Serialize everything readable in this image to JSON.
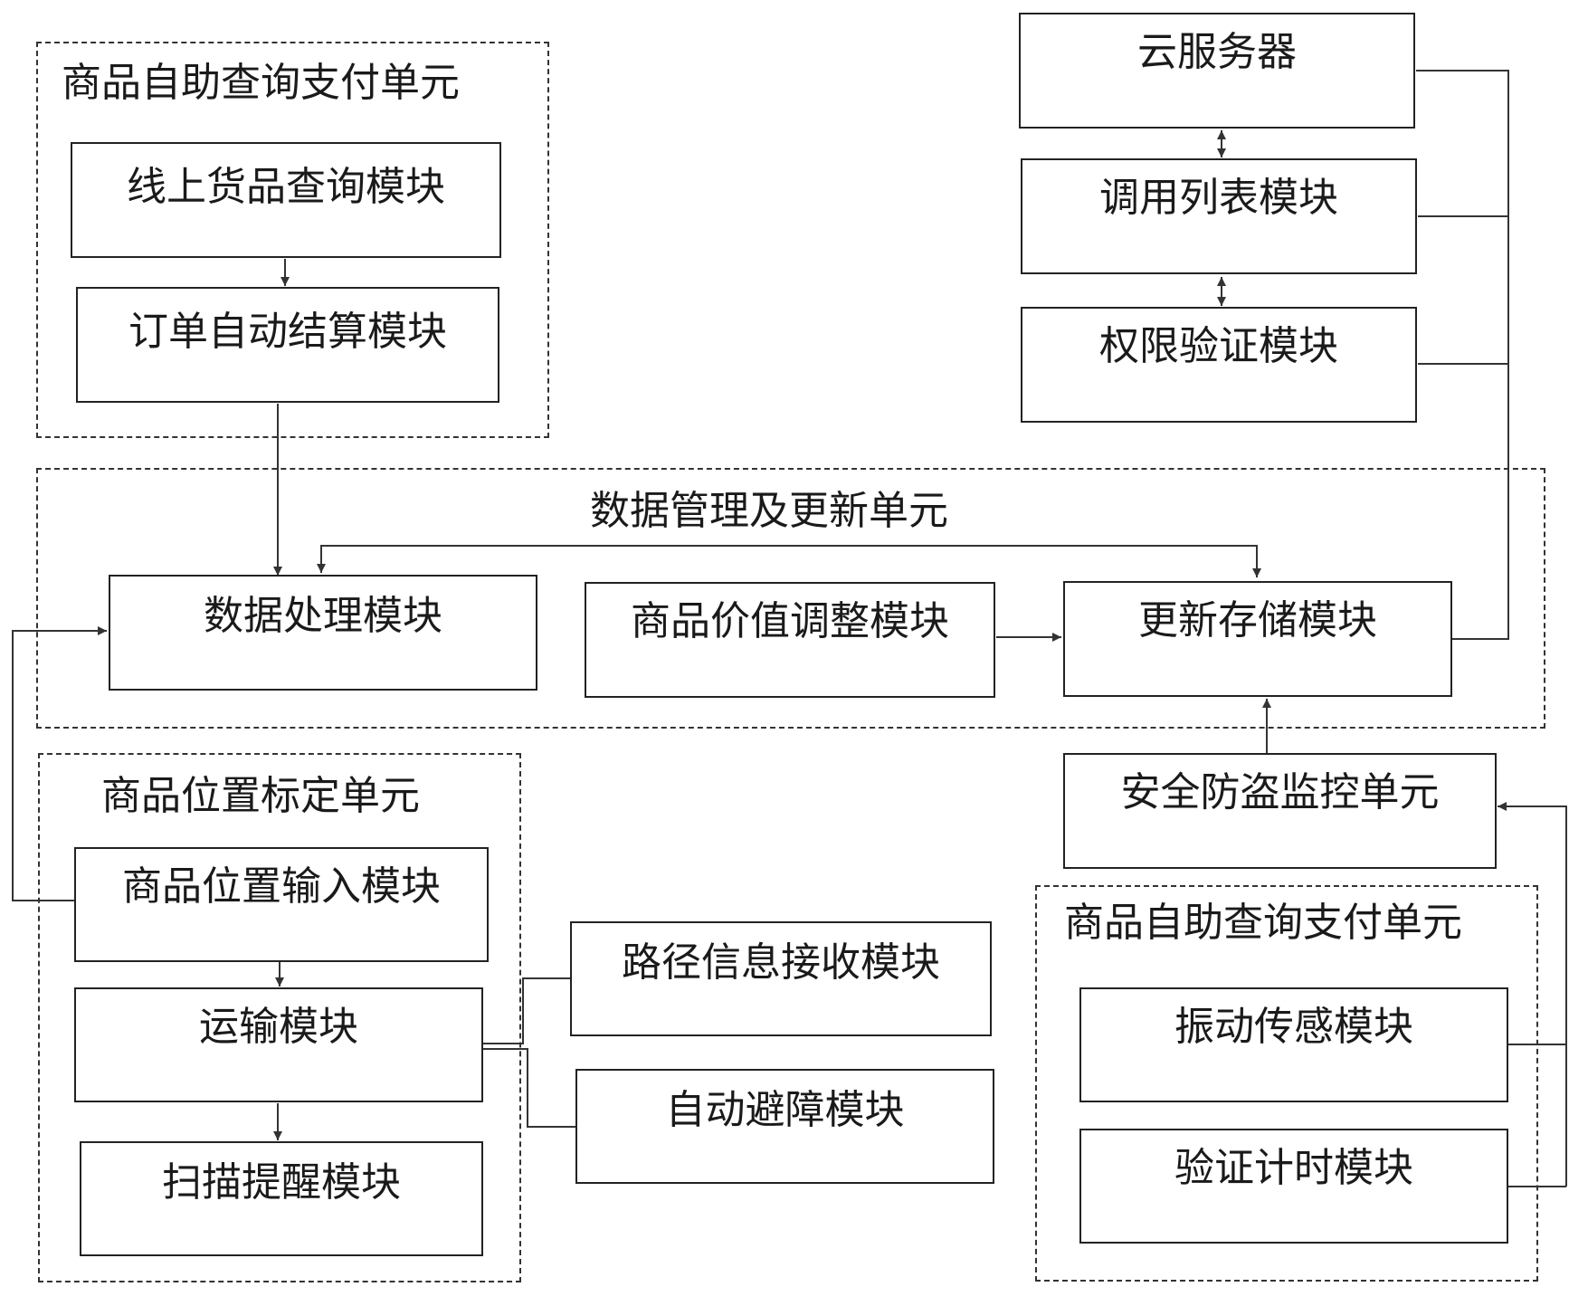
{
  "groups": {
    "top_left": {
      "title": "商品自助查询支付单元"
    },
    "middle": {
      "title": "数据管理及更新单元"
    },
    "bottom_left": {
      "title": "商品位置标定单元"
    },
    "bottom_right": {
      "title": "商品自助查询支付单元"
    }
  },
  "modules": {
    "online_query": "线上货品查询模块",
    "order_settlement": "订单自动结算模块",
    "cloud_server": "云服务器",
    "call_list": "调用列表模块",
    "permission_verify": "权限验证模块",
    "data_processing": "数据处理模块",
    "value_adjust": "商品价值调整模块",
    "update_storage": "更新存储模块",
    "security_monitor": "安全防盗监控单元",
    "position_input": "商品位置输入模块",
    "transport": "运输模块",
    "scan_remind": "扫描提醒模块",
    "path_receive": "路径信息接收模块",
    "auto_avoid": "自动避障模块",
    "vibration_sensor": "振动传感模块",
    "verify_timer": "验证计时模块"
  },
  "colors": {
    "line": "#333333",
    "text": "#1a1a1a",
    "background": "#ffffff"
  }
}
